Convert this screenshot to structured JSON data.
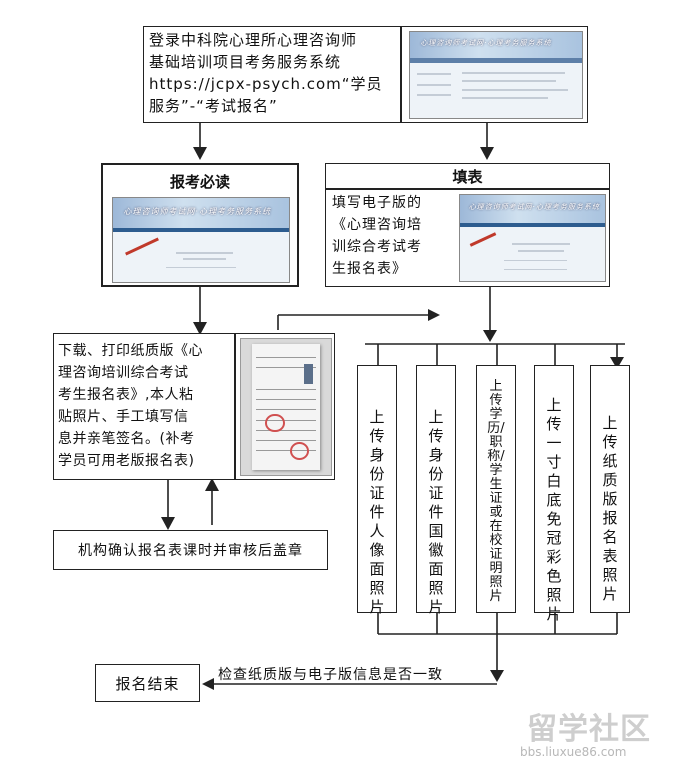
{
  "step1": {
    "line1": "登录中科院心理所心理咨询师",
    "line2": "基础培训项目考务服务系统",
    "line3": "https://jcpx-psych.com“学员",
    "line4": "服务”-“考试报名”",
    "shot_banner": "心理咨询师考试网·心理考务服务系统"
  },
  "notice": {
    "title": "报考必读",
    "shot_banner": "心理咨询师考试网·心理考务服务系统"
  },
  "fill": {
    "title": "填表",
    "line1": "填写电子版的",
    "line2": "《心理咨询培",
    "line3": "训综合考试考",
    "line4": "生报名表》",
    "shot_banner": "心理咨询师考试网·心理考务服务系统"
  },
  "download": {
    "line1": "下载、打印纸质版《心",
    "line2": "理咨询培训综合考试",
    "line3": "考生报名表》,本人粘",
    "line4": "贴照片、手工填写信",
    "line5": "息并亲笔签名。(补考",
    "line6": "学员可用老版报名表)"
  },
  "confirm": {
    "text": "机构确认报名表课时并审核后盖章"
  },
  "uploads": [
    {
      "text": "上传身份证件人像面照片"
    },
    {
      "text": "上传身份证件国徽面照片"
    },
    {
      "text": "上传学历/职称/学生证或在校证明照片"
    },
    {
      "text": "上传一寸白底免冠彩色照片"
    },
    {
      "text": "上传纸质版报名表照片"
    }
  ],
  "check": {
    "text": "检查纸质版与电子版信息是否一致"
  },
  "end": {
    "text": "报名结束"
  },
  "watermark": {
    "brand": "留学社区",
    "url": "bbs.liuxue86.com"
  }
}
